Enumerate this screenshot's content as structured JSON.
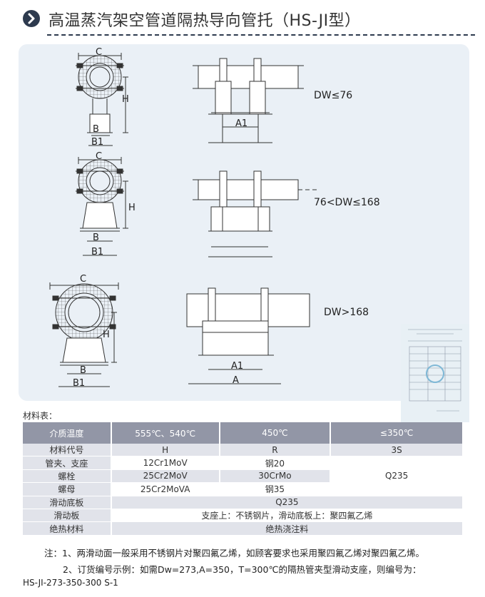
{
  "title": "高温蒸汽架空管道隔热导向管托（HS-JI型）",
  "icons": {
    "header": "chevron-right-icon"
  },
  "colors": {
    "accent": "#2d3a4e",
    "panel": "#eaf0f6",
    "table_header": "#9296a6",
    "table_row": "#e1e3ea"
  },
  "diagram": {
    "dims": {
      "c": "C",
      "h": "H",
      "b": "B",
      "b1": "B1",
      "a1": "A1",
      "a": "A"
    },
    "ranges": [
      "DW≤76",
      "76<DW≤168",
      "DW>168"
    ]
  },
  "materials": {
    "caption": "材料表：",
    "header": [
      "介质温度",
      "555℃、540℃",
      "450℃",
      "≤350℃"
    ],
    "rows": {
      "code": {
        "name": "材料代号",
        "h": "H",
        "r": "R",
        "s": "3S"
      },
      "clamp": {
        "name": "管夹、支座",
        "h": "12Cr1MoV",
        "r": "钢20"
      },
      "bolt": {
        "name": "螺栓",
        "h": "25Cr2MoV",
        "r": "30CrMo"
      },
      "nut": {
        "name": "螺母",
        "h": "25Cr2MoVA",
        "r": "钢35"
      },
      "s_merged": "Q235",
      "base": {
        "name": "滑动底板",
        "value": "Q235"
      },
      "plate": {
        "name": "滑动板",
        "value": "支座上：不锈钢片，滑动底板上：聚四氟乙烯"
      },
      "insul": {
        "name": "绝热材料",
        "value": "绝热浇注料"
      }
    }
  },
  "notes": {
    "n1": "注：1、两滑动面一般采用不锈钢片对聚四氟乙烯，如顾客要求也采用聚四氟乙烯对聚四氟乙烯。",
    "n2": "2、订货编号示例：如需Dw=273,A=350，T=300℃的隔热管夹型滑动支座，则编号为：",
    "code": "HS-JI-273-350-300 S-1"
  }
}
